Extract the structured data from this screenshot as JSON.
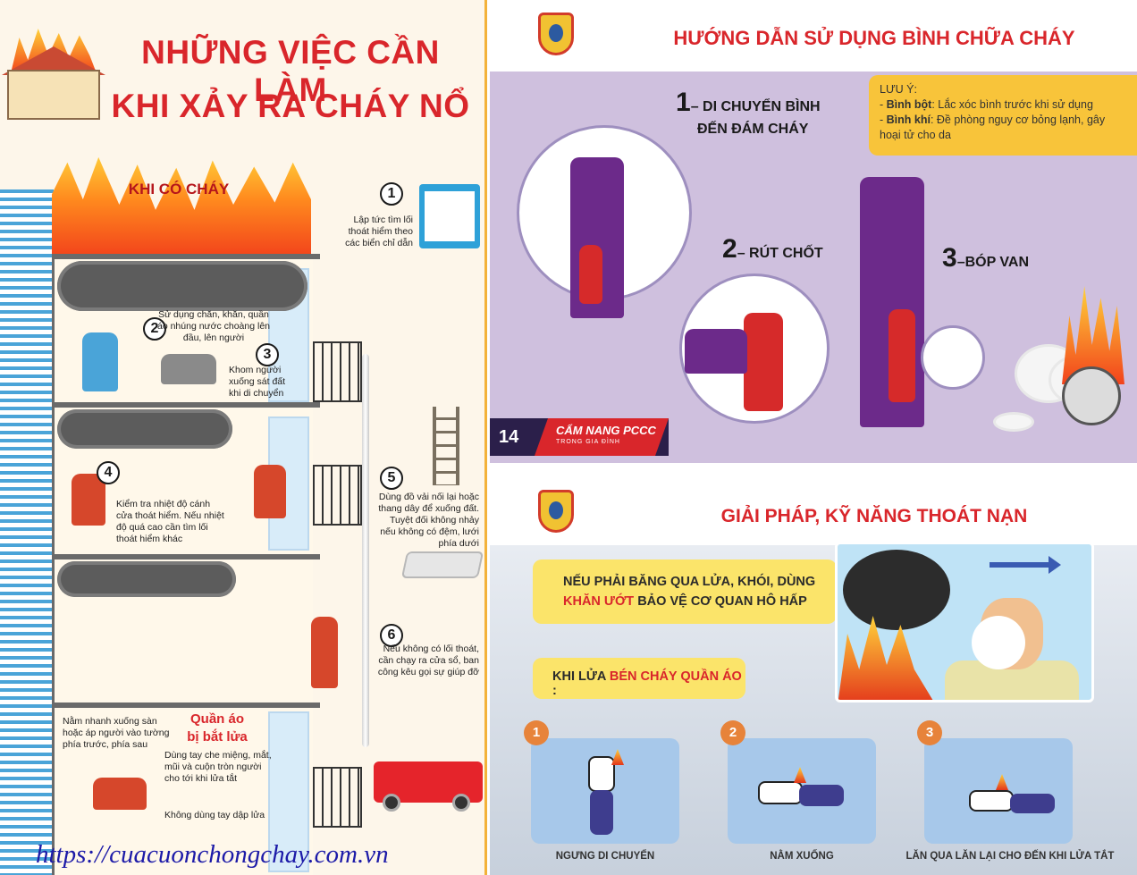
{
  "left_poster": {
    "title_line1": "NHỮNG VIỆC CẦN LÀM",
    "title_line2": "KHI XẢY RA CHÁY NỔ",
    "section_fire": "KHI CÓ CHÁY",
    "steps": [
      {
        "num": "1",
        "text": "Lập tức tìm lối thoát hiểm theo các biển chỉ dẫn"
      },
      {
        "num": "2",
        "text": "Sử dụng chăn, khăn, quần áo nhúng nước choàng lên đầu, lên người"
      },
      {
        "num": "3",
        "text": "Khom người xuống sát đất khi di chuyển"
      },
      {
        "num": "4",
        "text": "Kiểm tra nhiệt độ cánh cửa thoát hiểm. Nếu nhiệt độ quá cao cần tìm lối thoát hiểm khác"
      },
      {
        "num": "5",
        "text": "Dùng đồ vải nối lại hoặc thang dây để xuống đất. Tuyệt đối không nhảy nếu không có đệm, lưới phía dưới"
      },
      {
        "num": "6",
        "text": "Nếu không có lối thoát, cần chạy ra cửa sổ, ban công kêu gọi sự giúp đỡ"
      }
    ],
    "clothes_fire_title_1": "Quần áo",
    "clothes_fire_title_2": "bị bắt lửa",
    "clothes_notes": [
      "Nằm nhanh xuống sàn hoặc áp người vào tường phía trước, phía sau",
      "Dùng tay che miệng, mắt, mũi và cuộn tròn người cho tới khi lửa tắt",
      "Không dùng tay dập lửa"
    ],
    "watermark": "https://cuacuonchongchay.com.vn"
  },
  "top_right": {
    "title": "HƯỚNG DẪN SỬ DỤNG BÌNH CHỮA CHÁY",
    "note_title": "LƯU Ý:",
    "note_items": [
      {
        "bold": "Bình bột",
        "text": ": Lắc xóc bình trước khi sử dụng"
      },
      {
        "bold": "Bình khí",
        "text": ": Đề phòng nguy cơ bỏng lạnh, gây hoại tử cho da"
      }
    ],
    "step1_num": "1",
    "step1_text_a": "– DI CHUYỂN BÌNH",
    "step1_text_b": "ĐẾN ĐÁM CHÁY",
    "step2_num": "2",
    "step2_text": "– RÚT CHỐT",
    "step3_num": "3",
    "step3_text": "–BÓP VAN",
    "page_number": "14",
    "footer_title": "CẨM NANG PCCC",
    "footer_sub": "TRONG GIA ĐÌNH"
  },
  "bottom_right": {
    "title": "GIẢI PHÁP, KỸ NĂNG THOÁT NẠN",
    "box1_line1": "NẾU PHẢI BĂNG QUA LỬA, KHÓI, DÙNG",
    "box1_red": "KHĂN ƯỚT",
    "box1_line2_rest": " BẢO VỆ CƠ QUAN HÔ HẤP",
    "box2_prefix": "KHI LỬA ",
    "box2_red": "BÉN CHÁY QUẦN ÁO",
    "box2_suffix": " :",
    "steps": [
      {
        "num": "1",
        "label": "NGƯNG DI CHUYỂN"
      },
      {
        "num": "2",
        "label": "NẰM XUỐNG"
      },
      {
        "num": "3",
        "label": "LĂN QUA LĂN LẠI CHO ĐẾN KHI LỬA TẮT"
      }
    ]
  },
  "colors": {
    "title_red": "#d9262b",
    "note_yellow": "#f8c43a",
    "band_purple": "#cfc0de",
    "step_orange": "#e7833a",
    "card_blue": "#a7c8ea"
  }
}
